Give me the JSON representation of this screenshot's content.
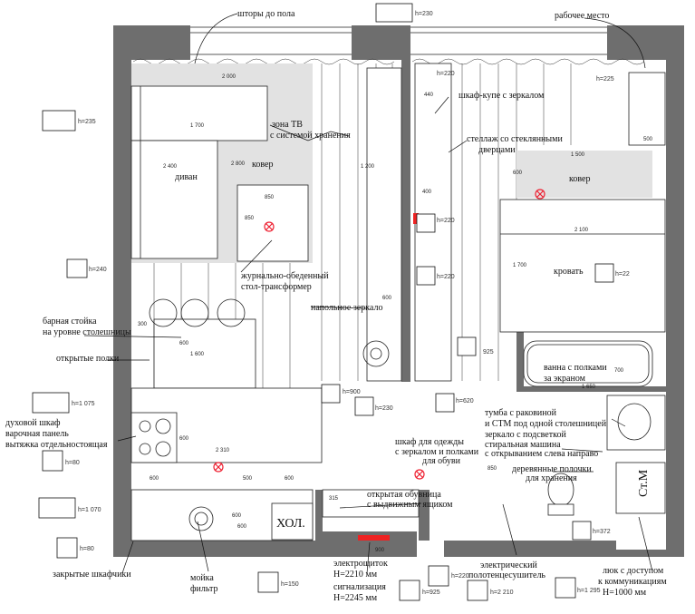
{
  "labels": {
    "curtains": "шторы до пола",
    "workplace": "рабочее место",
    "tv_zone_1": "зона ТВ",
    "tv_zone_2": "с системой хранения",
    "wardrobe_mirror": "шкаф-купе с зеркалом",
    "glass_shelf_1": "стеллаж со стеклянными",
    "glass_shelf_2": "дверцами",
    "sofa": "диван",
    "carpet_left": "ковер",
    "carpet_right": "ковер",
    "bed": "кровать",
    "coffee_table_1": "журнально-обеденный",
    "coffee_table_2": "стол-трансформер",
    "floor_mirror": "напольное зеркало",
    "bar_1": "барная стойка",
    "bar_2": "на уровне столешницы",
    "open_shelves": "открытые полки",
    "oven_1": "духовой шкаф",
    "oven_2": "варочная панель",
    "oven_3": "вытяжка отдельностоящая",
    "bath_1": "ванна с полками",
    "bath_2": "за экраном",
    "sink_1": "тумба с раковиной",
    "sink_2": "и СТМ под одной столешницей",
    "sink_3": "зеркало с подсветкой",
    "washer": "стиральная машина",
    "washer_2": "с открыванием слева направо",
    "wood_shelves_1": "деревянные полочки",
    "wood_shelves_2": "для хранения",
    "closet_1": "шкаф для одежды",
    "closet_2": "с зеркалом и полками",
    "closet_3": "для обуви",
    "shoe_1": "открытая обувница",
    "shoe_2": "с выдвижным ящиком",
    "closed_cabinets": "закрытые шкафчики",
    "sink_filter_1": "мойка",
    "sink_filter_2": "фильтр",
    "fridge": "ХОЛ.",
    "stm": "Ст.М",
    "panel_1": "электрощиток",
    "panel_2": "Н=2210 мм",
    "alarm_1": "сигнализация",
    "alarm_2": "Н=2245 мм",
    "towel_1": "электрический",
    "towel_2": "полотенцесушитель",
    "hatch_1": "люк с доступом",
    "hatch_2": "к коммуникациям",
    "hatch_3": "Н=1000 мм"
  },
  "outlet_heights": {
    "h230_top": "h=230",
    "h235": "h=235",
    "h240": "h=240",
    "h1075": "h=1 075",
    "h80_a": "h=80",
    "h1070": "h=1 070",
    "h80_b": "h=80",
    "h150": "h=150",
    "h925": "h=925",
    "h220_b": "h=220",
    "h2210": "h=2 210",
    "h1295": "h=1 295",
    "h220_c": "h=220",
    "h220_d": "h=220",
    "h220_e": "h=220",
    "h220_bed": "h=22",
    "h225": "h=225",
    "h900": "h=900",
    "h230_mid": "h=230",
    "h620": "h=620",
    "h372": "h=372",
    "h925b": "925"
  },
  "dimensions": {
    "d2000": "2 000",
    "d1700": "1 700",
    "d2400": "2 400",
    "d2800": "2 800",
    "d850": "850",
    "d850v": "850",
    "d300": "300",
    "d600a": "600",
    "d1600": "1 600",
    "d2310": "2 310",
    "d600b": "600",
    "d500": "500",
    "d600c": "600",
    "d600d": "600",
    "d600e": "600",
    "d315": "315",
    "d1500": "1 500",
    "d2100": "2 100",
    "d1700b": "1 700",
    "d600f": "600",
    "d1650": "1 650",
    "d700": "700",
    "d500b": "500",
    "d440": "440",
    "d400": "400",
    "d1200": "1 200",
    "d600g": "600",
    "d850b": "850",
    "d900": "900",
    "d600h": "600"
  }
}
